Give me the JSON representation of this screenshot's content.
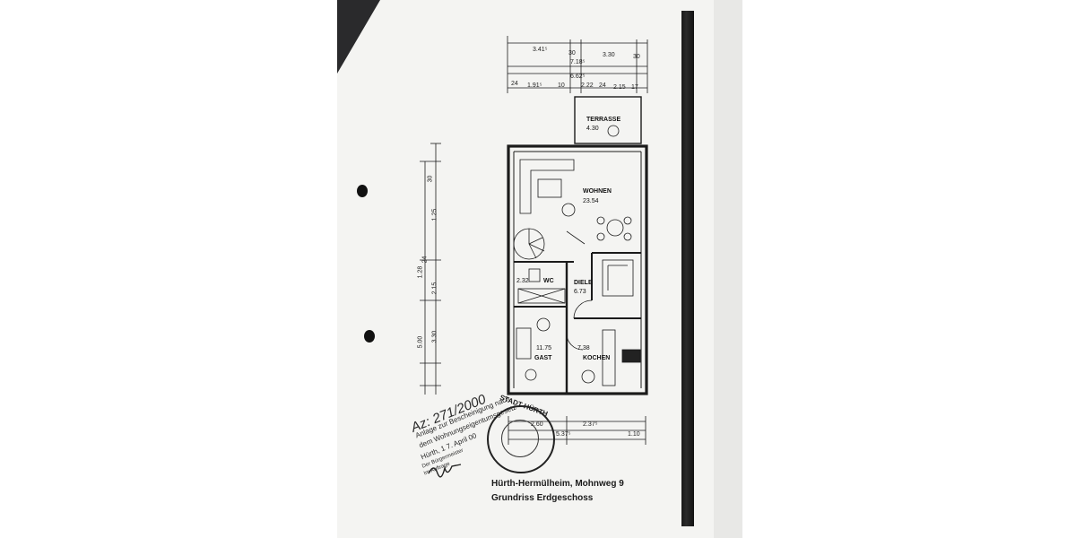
{
  "dimensions_top": {
    "row1": [
      "3.41⁵",
      "30",
      "3.30",
      "30"
    ],
    "row2": [
      "7.18⁵"
    ],
    "row3": [
      "6.62⁵"
    ],
    "row4": [
      "24",
      "1.91⁵",
      "10",
      "2.22",
      "24",
      "2.15",
      "17"
    ]
  },
  "dimensions_left": [
    "30",
    "1.25",
    "24",
    "1.28",
    "2.15",
    "5.00",
    "3.30"
  ],
  "dimensions_bottom": {
    "row1": [
      "2.60",
      "2.37⁵"
    ],
    "row2": [
      "5.37⁵"
    ],
    "row3": [
      "1.10"
    ]
  },
  "rooms": {
    "terrasse": {
      "label": "TERRASSE",
      "area": "4.30"
    },
    "wohnen": {
      "label": "WOHNEN",
      "area": "23.54"
    },
    "wc": {
      "label": "WC",
      "area": "2.32"
    },
    "diele": {
      "label": "DIELE",
      "area": "6.73"
    },
    "gast": {
      "label": "GAST",
      "area": "11.75"
    },
    "kochen": {
      "label": "KOCHEN",
      "area": "7.38"
    }
  },
  "handwritten_az": "Az: 271/2000",
  "annotation": {
    "line1": "Anlage zur Bescheinigung nach",
    "line2": "dem Wohnungseigentumsgesetz",
    "line3": "Hürth, 1 7. April 00",
    "line4": "Der Bürgermeister",
    "line5": "Im Auftrage"
  },
  "stamp_text": "STADT HÜRTH",
  "caption": {
    "address": "Hürth-Hermülheim, Mohnweg 9",
    "subtitle": "Grundriss Erdgeschoss"
  }
}
